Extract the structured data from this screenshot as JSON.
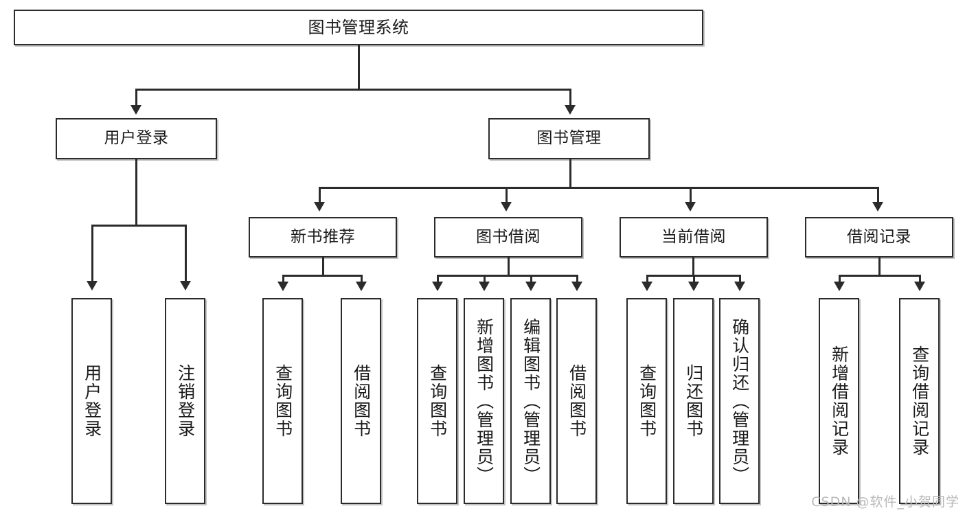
{
  "diagram": {
    "type": "tree-hierarchy-chart",
    "root": {
      "id": "root",
      "label": "图书管理系统"
    },
    "level2": [
      {
        "id": "user-login",
        "label": "用户登录"
      },
      {
        "id": "book-management",
        "label": "图书管理"
      }
    ],
    "level3": [
      {
        "id": "new-book-recommend",
        "label": "新书推荐",
        "parent": "book-management"
      },
      {
        "id": "book-borrow",
        "label": "图书借阅",
        "parent": "book-management"
      },
      {
        "id": "current-borrow",
        "label": "当前借阅",
        "parent": "book-management"
      },
      {
        "id": "borrow-record",
        "label": "借阅记录",
        "parent": "book-management"
      }
    ],
    "leaves": [
      {
        "id": "leaf-user-login",
        "label": "用户登录",
        "parent": "user-login"
      },
      {
        "id": "leaf-logout-login",
        "label": "注销登录",
        "parent": "user-login"
      },
      {
        "id": "leaf-query-book-1",
        "label": "查询图书",
        "parent": "new-book-recommend"
      },
      {
        "id": "leaf-borrow-book-1",
        "label": "借阅图书",
        "parent": "new-book-recommend"
      },
      {
        "id": "leaf-query-book-2",
        "label": "查询图书",
        "parent": "book-borrow"
      },
      {
        "id": "leaf-add-book",
        "label": "新增图书（管理员）",
        "parent": "book-borrow"
      },
      {
        "id": "leaf-edit-book",
        "label": "编辑图书（管理员）",
        "parent": "book-borrow"
      },
      {
        "id": "leaf-borrow-book-2",
        "label": "借阅图书",
        "parent": "book-borrow"
      },
      {
        "id": "leaf-query-book-3",
        "label": "查询图书",
        "parent": "current-borrow"
      },
      {
        "id": "leaf-return-book",
        "label": "归还图书",
        "parent": "current-borrow"
      },
      {
        "id": "leaf-confirm-return",
        "label": "确认归还（管理员）",
        "parent": "current-borrow"
      },
      {
        "id": "leaf-add-record",
        "label": "新增借阅记录",
        "parent": "borrow-record"
      },
      {
        "id": "leaf-query-record",
        "label": "查询借阅记录",
        "parent": "borrow-record"
      }
    ],
    "colors": {
      "border": "#2b2b2b",
      "background": "#ffffff",
      "text": "#1a1a1a",
      "watermark": "#b9b9b9"
    }
  },
  "watermark": {
    "text": "CSDN @软件_小贺同学"
  }
}
